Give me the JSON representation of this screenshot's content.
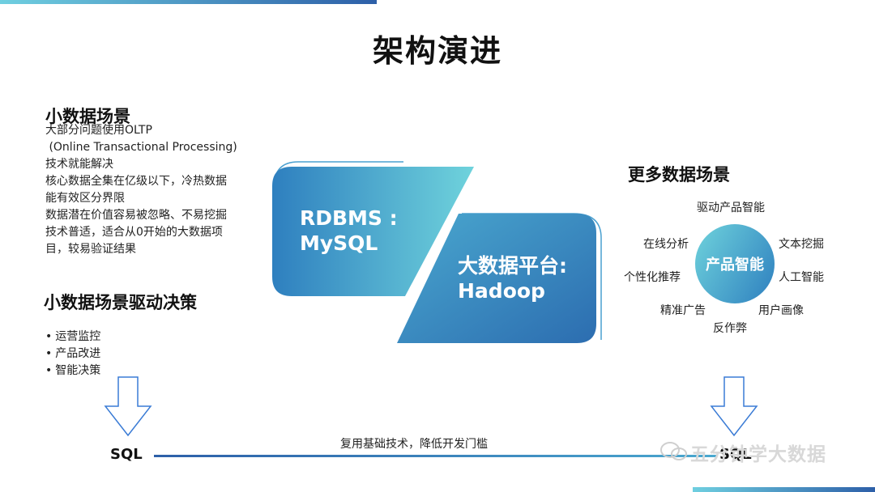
{
  "title": "架构演进",
  "left": {
    "heading1": "小数据场景",
    "paragraph_lines": [
      "大部分问题使用OLTP",
      " (Online Transactional Processing)",
      "技术就能解决",
      "核心数据全集在亿级以下，冷热数据",
      "能有效区分界限",
      "数据潜在价值容易被忽略、不易挖掘",
      "技术普适，适合从0开始的大数据项",
      "目，较易验证结果"
    ],
    "heading2": "小数据场景驱动决策",
    "bullets": [
      "运营监控",
      "产品改进",
      "智能决策"
    ]
  },
  "center": {
    "rdbms_line1": "RDBMS :",
    "rdbms_line2": "MySQL",
    "platform_line1": "大数据平台:",
    "platform_line2": "Hadoop"
  },
  "right": {
    "heading": "更多数据场景",
    "circle_label": "产品智能",
    "keywords": [
      "驱动产品智能",
      "在线分析",
      "文本挖掘",
      "个性化推荐",
      "人工智能",
      "精准广告",
      "用户画像",
      "反作弊"
    ]
  },
  "bottom": {
    "sql_left": "SQL",
    "sql_right": "SQL",
    "reuse_text": "复用基础技术，降低开发门槛"
  },
  "watermark": "五分钟学大数据",
  "colors": {
    "teal": "#6fd3dc",
    "blue": "#2d5fa8",
    "arrow_stroke": "#3a7bd5"
  }
}
